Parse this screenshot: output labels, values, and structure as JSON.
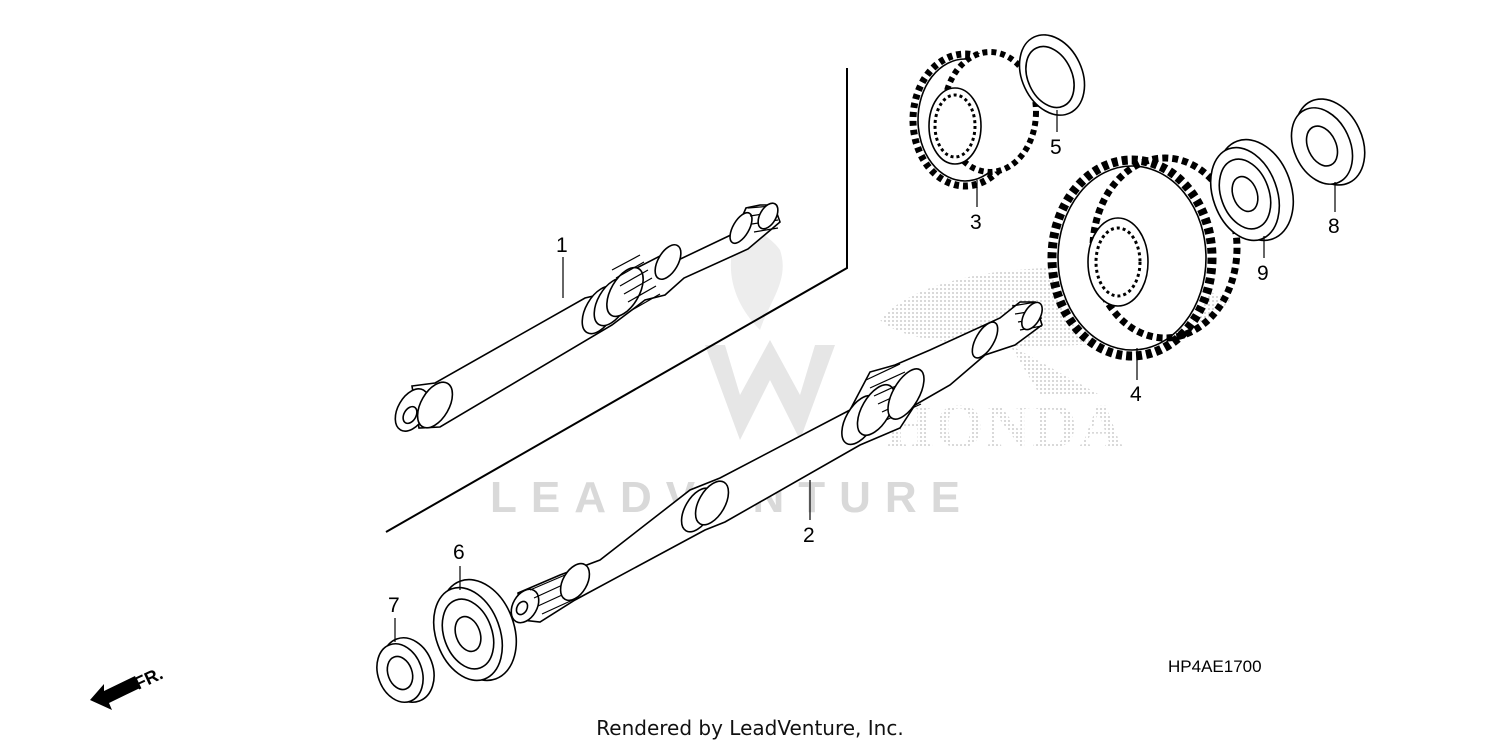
{
  "callouts": {
    "part_1": "1",
    "part_2": "2",
    "part_3": "3",
    "part_4": "4",
    "part_5": "5",
    "part_6": "6",
    "part_7": "7",
    "part_8": "8",
    "part_9": "9"
  },
  "diagram_code": "HP4AE1700",
  "direction_marker": "FR.",
  "watermark": {
    "brand": "HONDA",
    "dealer": "LEADVENTURE"
  },
  "credit": "Rendered by LeadVenture, Inc."
}
